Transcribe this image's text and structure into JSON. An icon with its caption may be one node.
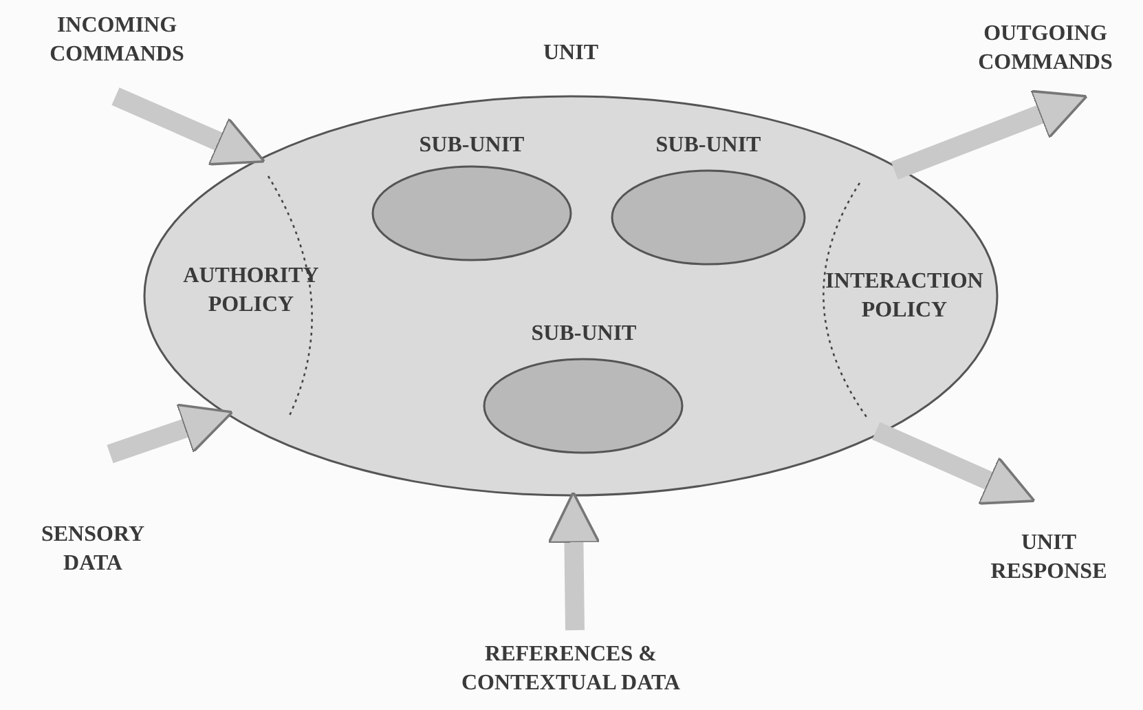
{
  "diagram": {
    "nodes": [
      {
        "text": [
          "UNIT"
        ]
      },
      {
        "text": [
          "SUB-UNIT"
        ],
        "in": 0
      },
      {
        "text": [
          "SUB-UNIT"
        ],
        "in": 0
      },
      {
        "text": [
          "SUB-UNIT"
        ],
        "in": 0
      },
      {
        "text": [
          "INCOMING COMMANDS"
        ]
      },
      {
        "text": [
          "OUTGOING COMMANDS"
        ]
      },
      {
        "text": [
          "SENSORY DATA"
        ]
      },
      {
        "text": [
          "UNIT RESPONSE"
        ]
      },
      {
        "text": [
          "REFERENCES & CONTEXTUAL DATA"
        ]
      }
    ],
    "edges": [
      {
        "from": 4,
        "to": 0,
        "arrow": "to"
      },
      {
        "from": 0,
        "to": 5,
        "arrow": "to"
      },
      {
        "from": 6,
        "to": 0,
        "arrow": "to"
      },
      {
        "from": 0,
        "to": 7,
        "arrow": "to"
      },
      {
        "from": 8,
        "to": 0,
        "arrow": "to"
      }
    ],
    "labels": [
      "AUTHORITY POLICY",
      "INTERACTION POLICY"
    ]
  }
}
